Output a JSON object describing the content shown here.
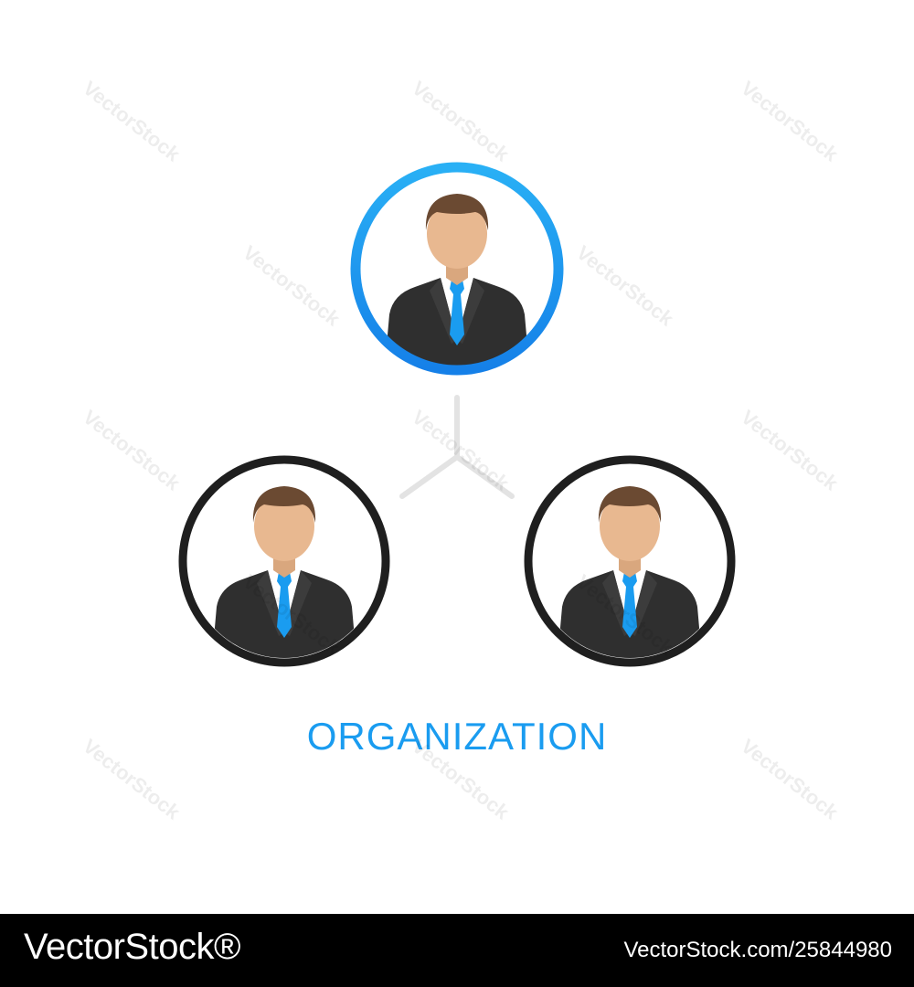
{
  "caption": "ORGANIZATION",
  "colors": {
    "accent": "#1a9cf0",
    "ring_dark": "#1f1f1f",
    "connector": "#e3e3e3",
    "skin": "#e6b68e",
    "hair": "#6b4a32",
    "suit": "#2e2e2e",
    "tie": "#1a9cf0"
  },
  "watermark_text": "VectorStock",
  "footer": {
    "brand": "VectorStock®",
    "url": "VectorStock.com/25844980"
  },
  "nodes": [
    {
      "role": "top",
      "ring": "blue",
      "icon": "businessman-icon"
    },
    {
      "role": "left",
      "ring": "dark",
      "icon": "businessman-icon"
    },
    {
      "role": "right",
      "ring": "dark",
      "icon": "businessman-icon"
    }
  ]
}
